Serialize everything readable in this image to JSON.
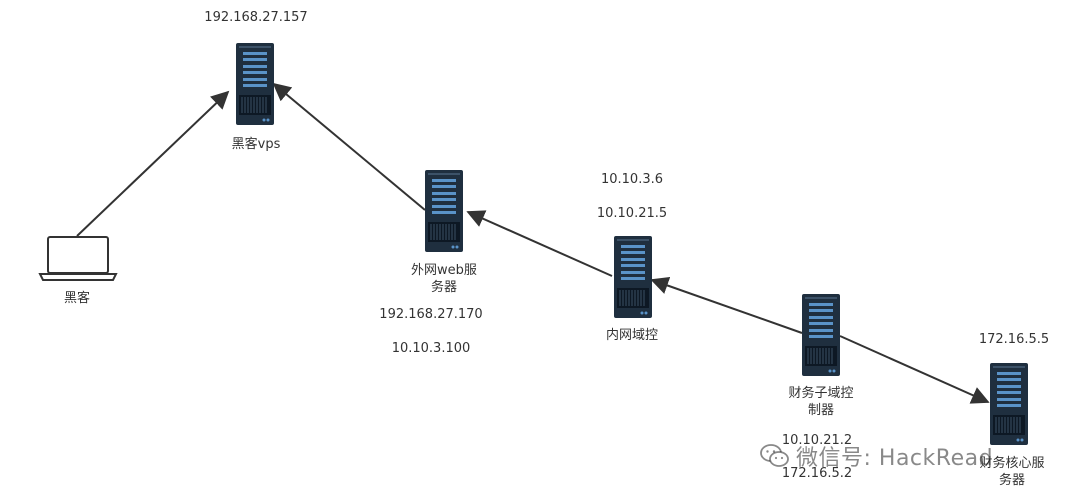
{
  "colors": {
    "server_body": "#1f2f3f",
    "server_slot": "#5a93c8",
    "server_vent": "#0d1824",
    "arrow": "#333333",
    "laptop": "#333333"
  },
  "nodes": {
    "vps": {
      "label": "黑客vps",
      "ip": "192.168.27.157"
    },
    "hacker": {
      "label": "黑客"
    },
    "web": {
      "label_line1": "外网web服",
      "label_line2": "务器",
      "ip1": "192.168.27.170",
      "ip2": "10.10.3.100"
    },
    "dc": {
      "label": "内网域控",
      "ip1": "10.10.3.6",
      "ip2": "10.10.21.5"
    },
    "subdc": {
      "label_line1": "财务子域控",
      "label_line2": "制器",
      "ip1": "10.10.21.2",
      "ip2": "172.16.5.2"
    },
    "core": {
      "label_line1": "财务核心服",
      "label_line2": "务器",
      "ip": "172.16.5.5"
    }
  },
  "watermark": {
    "text": "微信号: HackRead",
    "icon": "wechat-icon"
  }
}
